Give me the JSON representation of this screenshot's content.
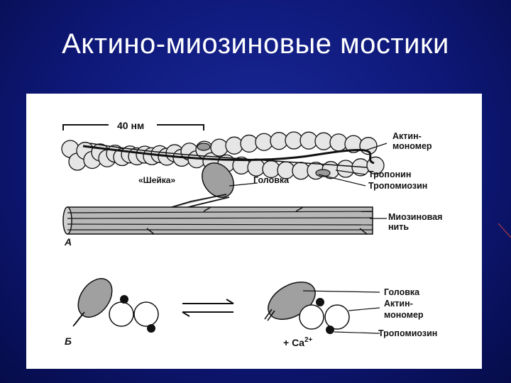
{
  "slide": {
    "title": "Актино-миозиновые мостики"
  },
  "figure": {
    "scale_label": "40 нм",
    "panel_a": {
      "letter": "А",
      "labels": {
        "actin_monomer_line1": "Актин-",
        "actin_monomer_line2": "мономер",
        "troponin": "Тропонин",
        "tropomyosin": "Тропомиозин",
        "neck": "«Шейка»",
        "head": "Головка",
        "myosin_line1": "Миозиновая",
        "myosin_line2": "нить"
      }
    },
    "panel_b": {
      "letter": "Б",
      "labels": {
        "head": "Головка",
        "actin_monomer_line1": "Актин-",
        "actin_monomer_line2": "мономер",
        "tropomyosin": "Тропомиозин",
        "calcium": "+ Ca",
        "calcium_sup": "2+"
      }
    },
    "colors": {
      "background_blue": "#0e1878",
      "figure_gray": "#b5b5b5",
      "head_fill": "#a0a0a0",
      "ink": "#111111"
    }
  }
}
